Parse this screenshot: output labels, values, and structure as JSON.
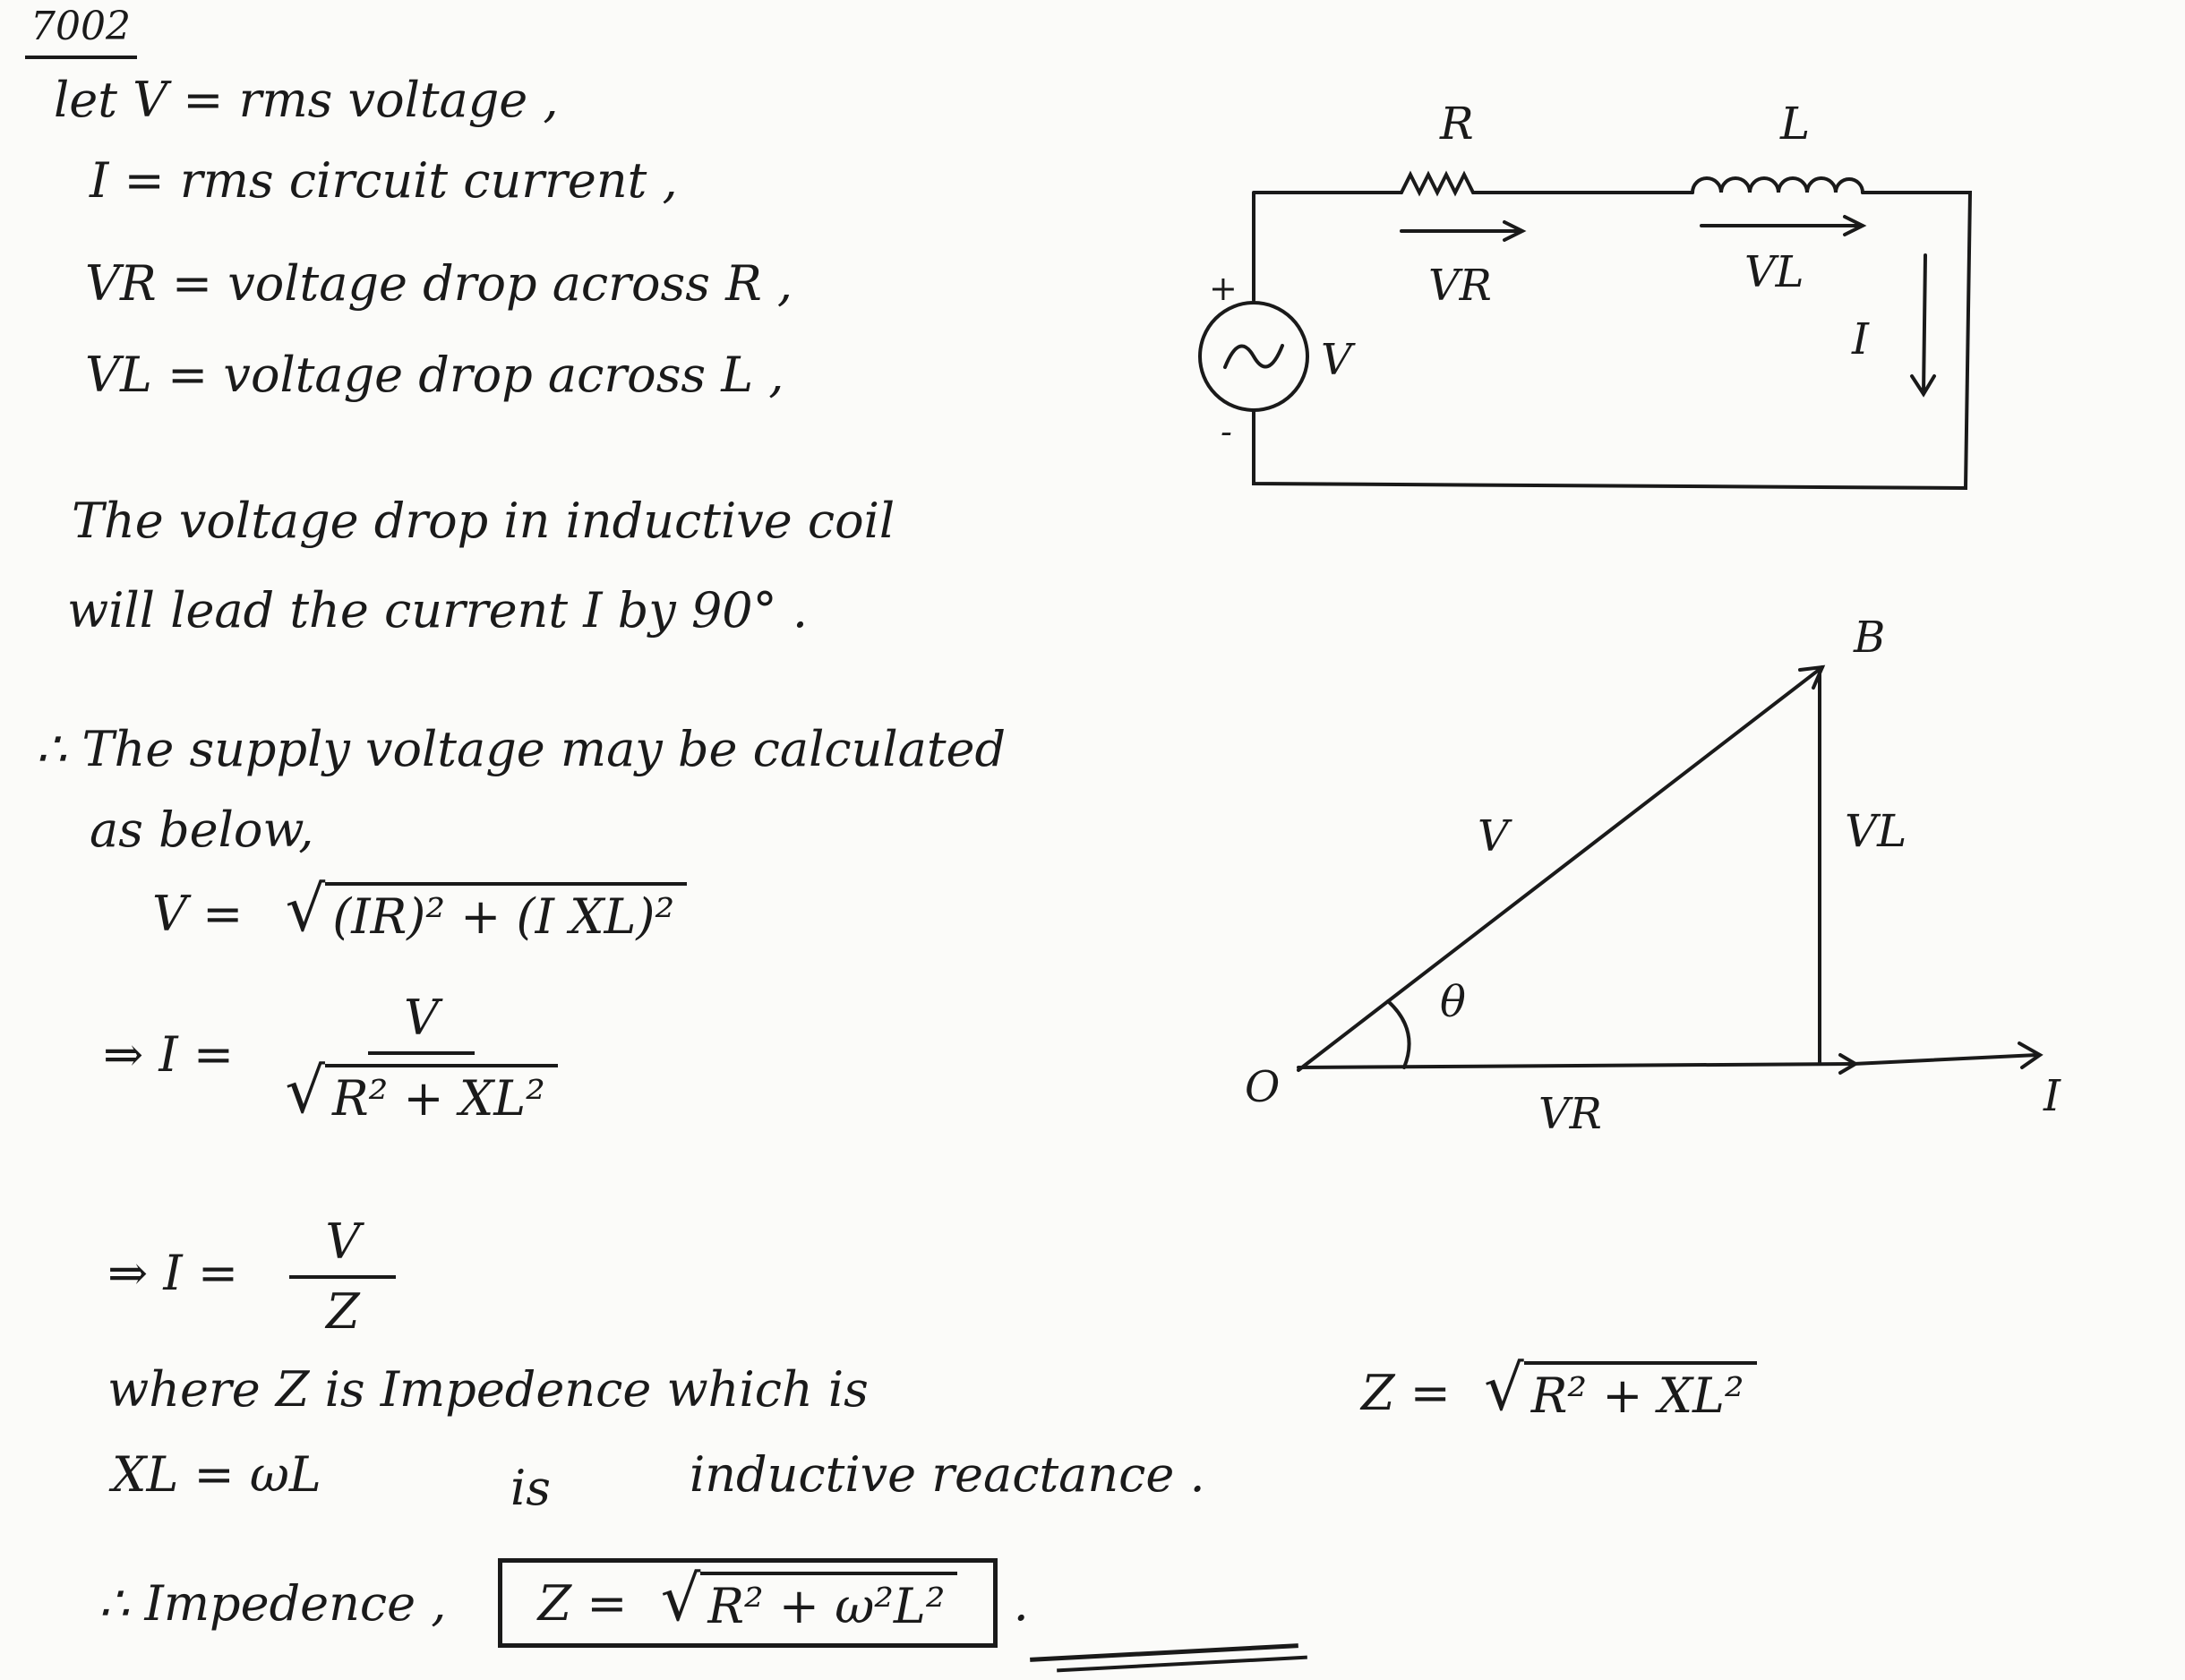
{
  "header": {
    "number": "7002"
  },
  "defs": {
    "line1": "let  V = rms voltage ,",
    "line2": "I = rms circuit current ,",
    "line3": "VR = voltage drop across R ,",
    "line4": "VL = voltage drop across L ,"
  },
  "text": {
    "lead1": "The voltage drop in inductive coil",
    "lead2": "will lead the current I by 90° .",
    "supply1": "∴ The supply voltage may be calculated",
    "supply2": "as below,"
  },
  "equations": {
    "v_lhs": "V =",
    "v_radicand": "(IR)² + (I XL)²",
    "i1_lhs": "⇒ I =",
    "i1_num": "V",
    "i1_den": "R² + XL²",
    "i2_lhs": "⇒ I =",
    "i2_num": "V",
    "i2_den": "Z"
  },
  "notes": {
    "where": "where  Z  is  Impedence  which  is",
    "z_lhs": "Z =",
    "z_radicand": "R² + XL²",
    "xl": "XL = ωL",
    "xl_is": "is",
    "xl_desc": "inductive reactance ."
  },
  "final": {
    "label": "∴ Impedence ,",
    "z_lhs": "Z =",
    "z_radicand": "R² + ω²L²",
    "end_dot": "."
  },
  "circuit": {
    "r_label": "R",
    "l_label": "L",
    "vr_label": "VR",
    "vl_label": "VL",
    "plus": "+",
    "minus": "-",
    "source_label": "V",
    "current_label": "I"
  },
  "phasor": {
    "o_label": "O",
    "b_label": "B",
    "v_label": "V",
    "vl_label": "VL",
    "vr_label": "VR",
    "theta_label": "θ",
    "i_label": "I"
  }
}
